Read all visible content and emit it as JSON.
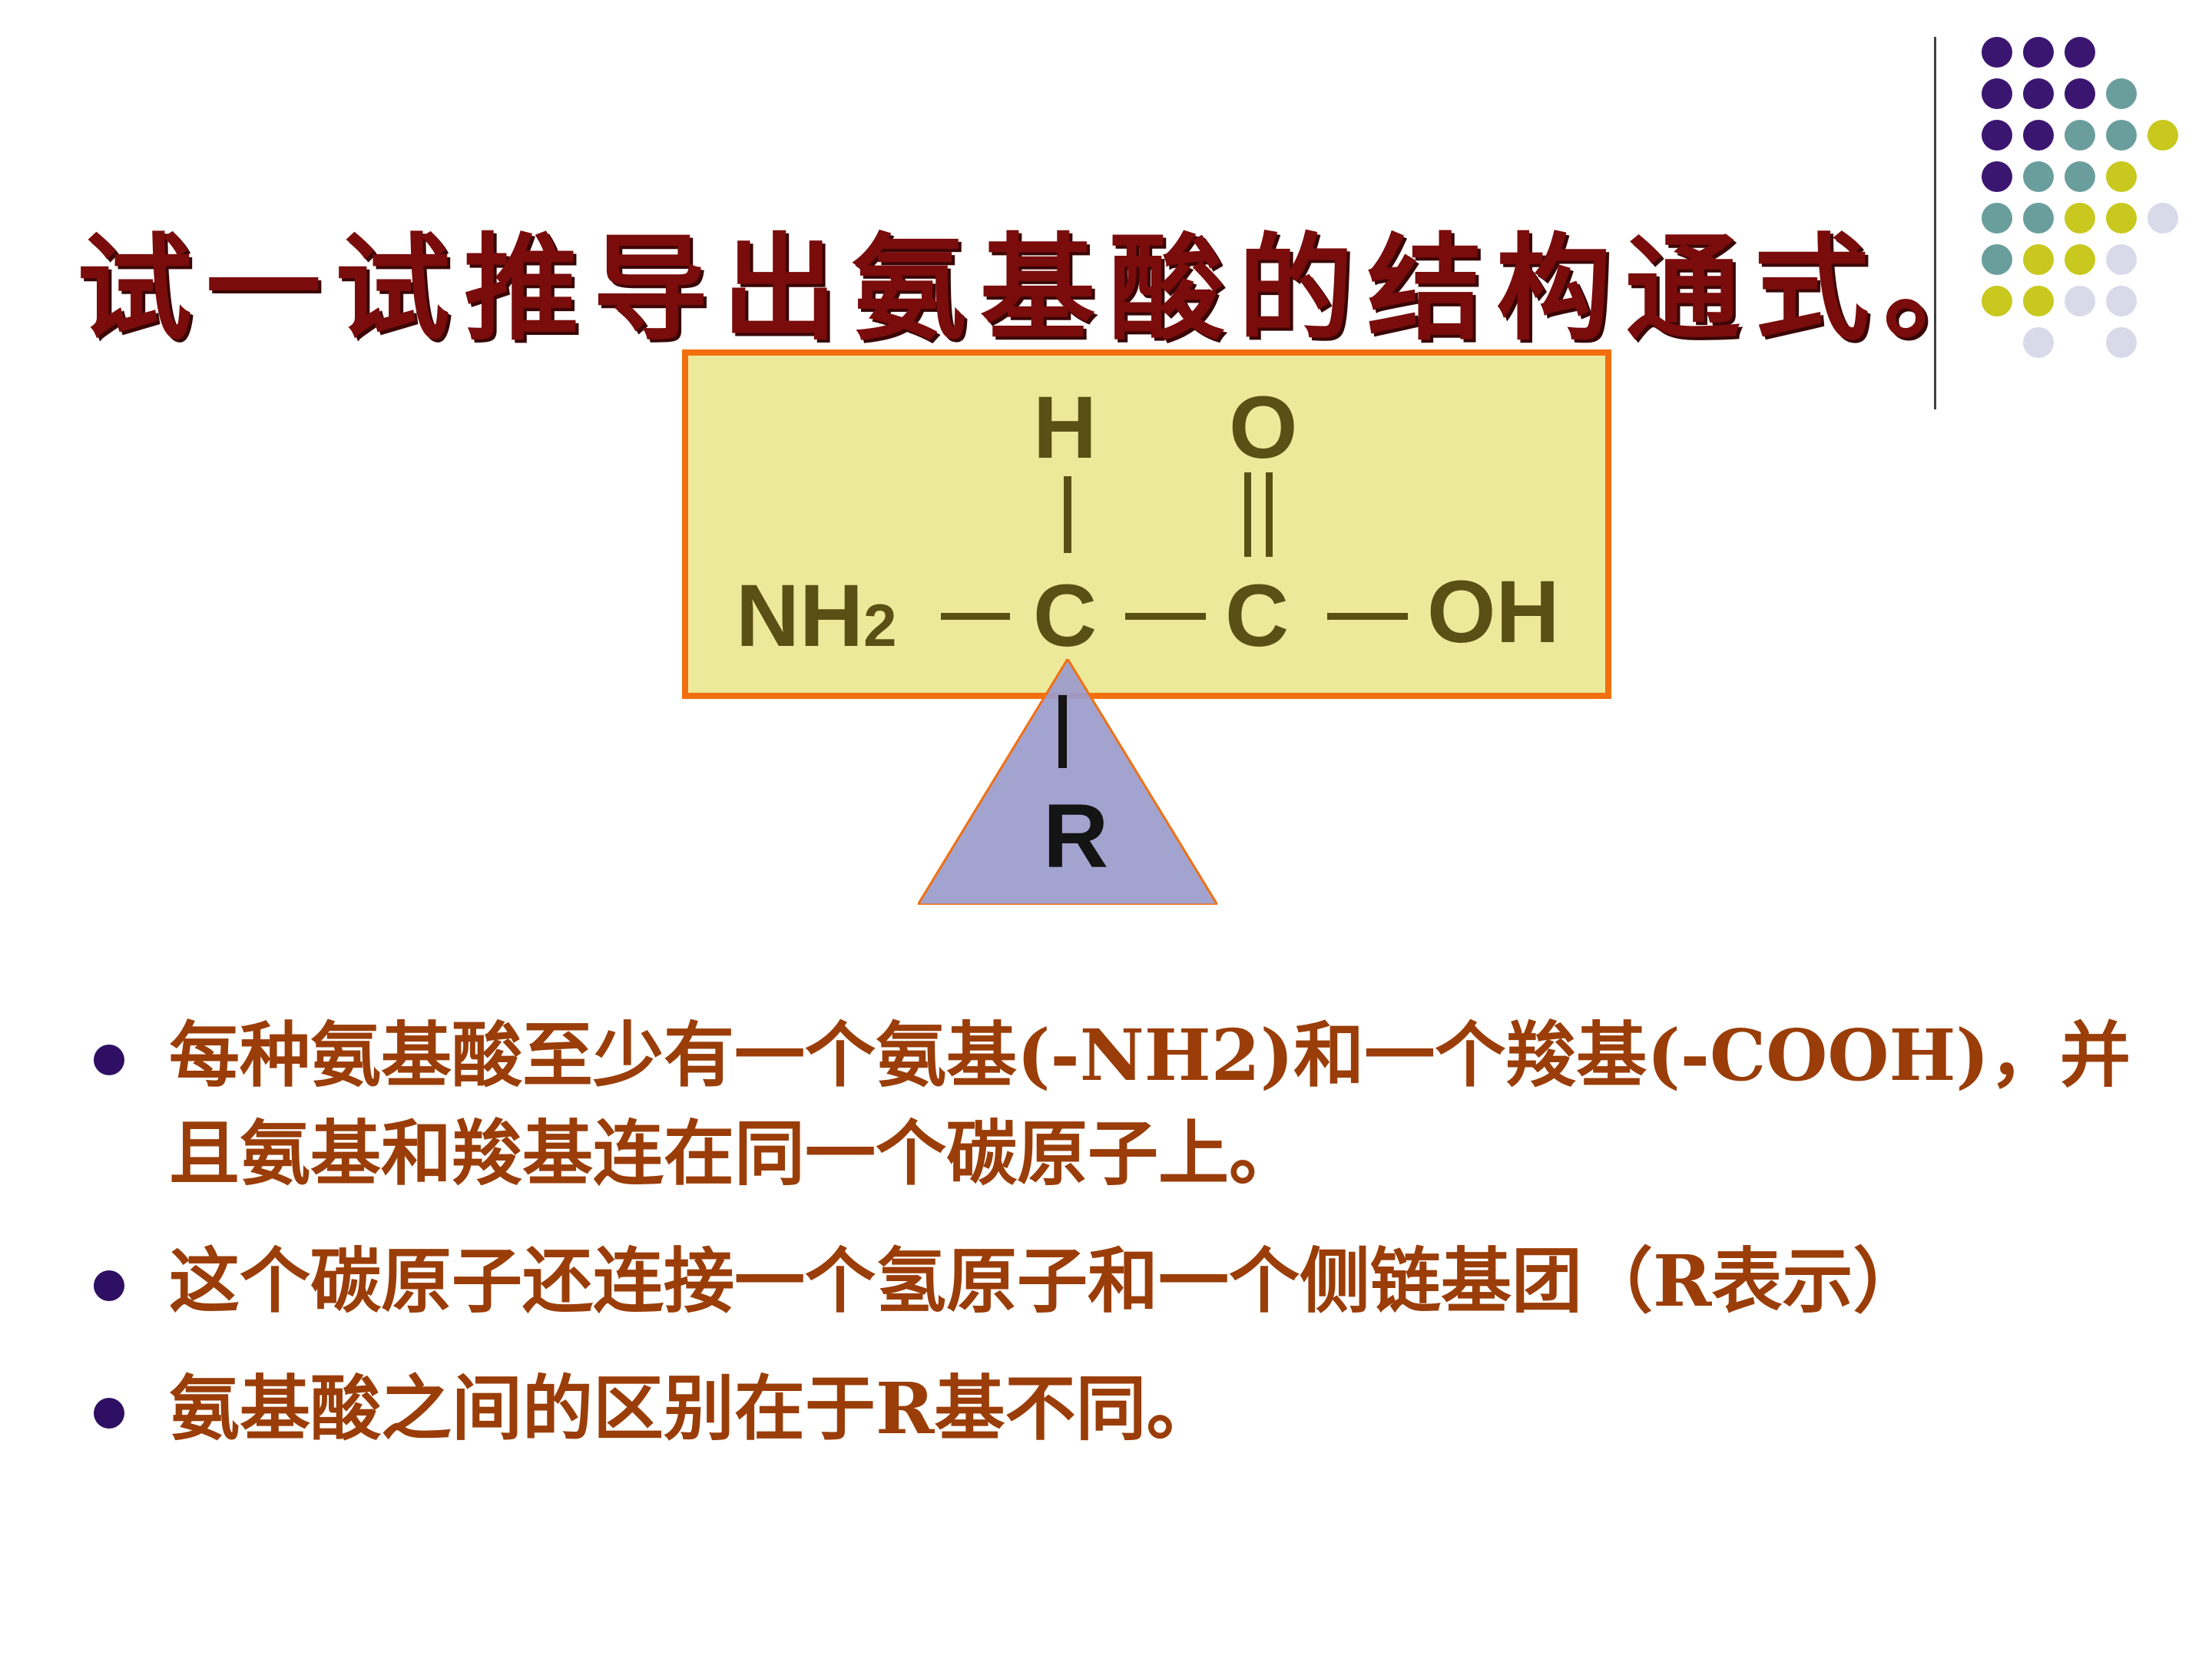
{
  "slide": {
    "title": "试一试推导出氨基酸的结构通式。"
  },
  "formula": {
    "h_top": "H",
    "o_top": "O",
    "nh": "NH",
    "nh_sub": "2",
    "c1": "C",
    "c2": "C",
    "oh": "OH",
    "r_group": "R"
  },
  "bullets": [
    {
      "text": "每种氨基酸至少有一个氨基(-NH2)和一个羧基(-COOH)，并且氨基和羧基连在同一个碳原子上。"
    },
    {
      "text": "这个碳原子还连接一个氢原子和一个侧链基团（R表示）"
    },
    {
      "text": "氨基酸之间的区别在于R基不同。"
    }
  ],
  "colors": {
    "title": "#7a0c0c",
    "bullet_text": "#9a3d08",
    "bullet_marker": "#2e0f63",
    "box_fill": "#ede99a",
    "box_border": "#f26f0f",
    "triangle_fill": "#9b9bcc",
    "dot_purple": "#3b1670",
    "dot_teal": "#6a9e9c",
    "dot_yellow": "#c8c81e",
    "dot_lavender": "#d9d9ea"
  }
}
